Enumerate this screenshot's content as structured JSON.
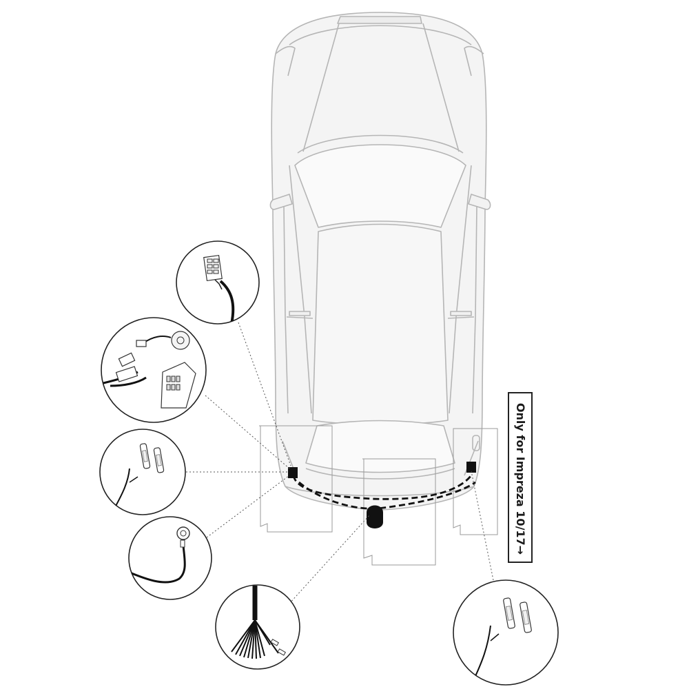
{
  "note": {
    "text": "Only for Impreza 10/17→"
  },
  "colors": {
    "outline": "#b5b5b5",
    "ink": "#111111",
    "callout_line": "#555555"
  },
  "callouts": [
    {
      "name": "multi-pin-connector-detail",
      "depicts": "connector-with-cable-icon"
    },
    {
      "name": "module-and-buzzer-detail",
      "depicts": "control-module-icon"
    },
    {
      "name": "left-fuse-detail",
      "depicts": "fuse-icon"
    },
    {
      "name": "ground-ring-terminal-detail",
      "depicts": "ring-terminal-icon"
    },
    {
      "name": "wire-bundle-detail",
      "depicts": "wire-bundle-icon"
    },
    {
      "name": "right-fuse-detail",
      "depicts": "fuse-icon"
    }
  ]
}
